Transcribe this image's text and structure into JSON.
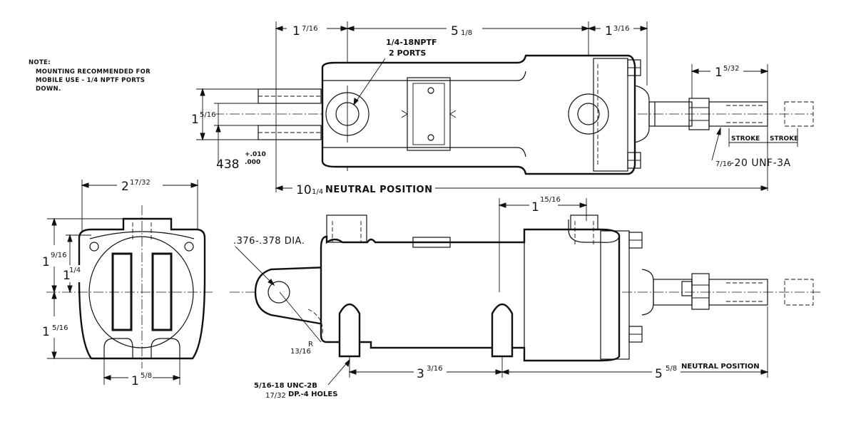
{
  "note": {
    "heading": "NOTE:",
    "lines": [
      "MOUNTING RECOMMENDED FOR",
      "MOBILE USE - 1/4 NPTF PORTS",
      "DOWN."
    ]
  },
  "top_view": {
    "dim_left_whole": "1",
    "dim_left_frac": "7/16",
    "dim_mid_whole": "5",
    "dim_mid_frac": "1/8",
    "dim_right_whole": "1",
    "dim_right_frac": "3/16",
    "port_label_1": "1/4-18NPTF",
    "port_label_2": "2 PORTS",
    "clevis_whole": "1",
    "clevis_frac": "5/16",
    "bore_value": "438",
    "bore_tol_plus": "+.010",
    "bore_tol_minus": ".000",
    "overall_whole": "10",
    "overall_frac": "1/4",
    "overall_label": "NEUTRAL POSITION",
    "rod_whole": "1",
    "rod_frac": "5/32",
    "stroke_1": "STROKE",
    "stroke_2": "STROKE",
    "thread_frac": "7/16",
    "thread_label": "-20 UNF-3A"
  },
  "end_view": {
    "width_whole": "2",
    "width_frac": "17/32",
    "h1_whole": "1",
    "h1_frac": "9/16",
    "h2_whole": "1",
    "h2_frac": "1/4",
    "h3_whole": "1",
    "h3_frac": "5/16",
    "base_whole": "1",
    "base_frac": "5/8"
  },
  "side_view": {
    "port_spacing_whole": "1",
    "port_spacing_frac": "15/16",
    "pin_label": ".376-.378 DIA.",
    "radius_frac": "13/16",
    "radius_r": "R",
    "mount_spacing_whole": "3",
    "mount_spacing_frac": "3/16",
    "neutral_whole": "5",
    "neutral_frac": "5/8",
    "neutral_label": "NEUTRAL POSITION",
    "tap_label_1": "5/16-18 UNC-2B",
    "tap_label_2_frac": "17/32",
    "tap_label_2": "DP.-4 HOLES"
  }
}
